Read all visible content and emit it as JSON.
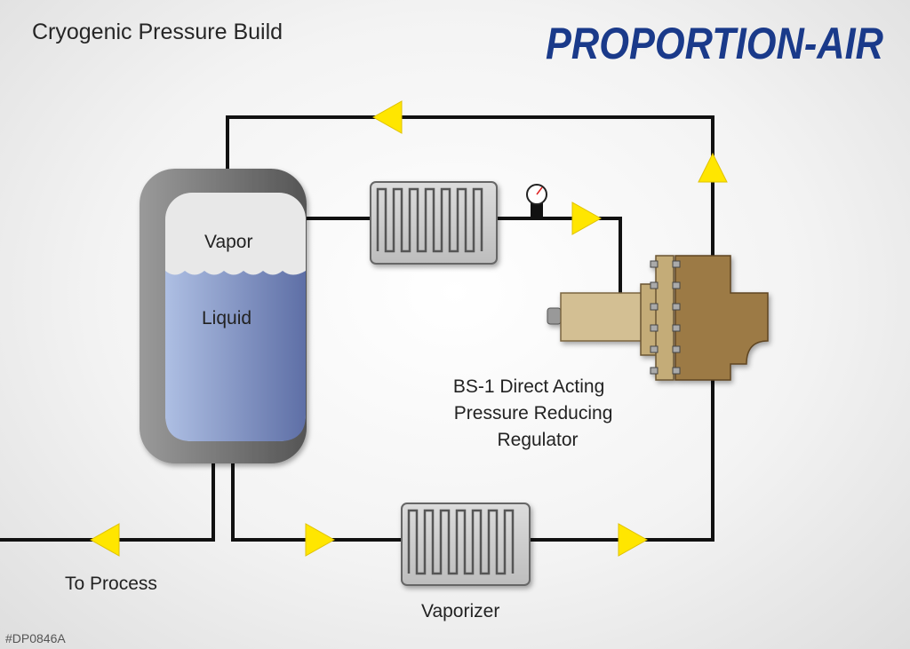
{
  "header": {
    "title": "Cryogenic Pressure Build",
    "brand_logo_text": "PROPORTION-AIR",
    "brand_color": "#1a3a8a"
  },
  "tank": {
    "vapor_label": "Vapor",
    "liquid_label": "Liquid"
  },
  "labels": {
    "regulator": [
      "BS-1 Direct Acting",
      "Pressure Reducing",
      "Regulator"
    ],
    "to_process": "To Process",
    "vaporizer": "Vaporizer"
  },
  "footer": {
    "code": "#DP0846A"
  },
  "colors": {
    "arrow": "#ffe600",
    "pipe": "#111111",
    "liquid": "#8ea0cf",
    "vapor": "#ebebeb",
    "tank_shell": "#6a6a6a",
    "regulator_body": "#b09664"
  }
}
